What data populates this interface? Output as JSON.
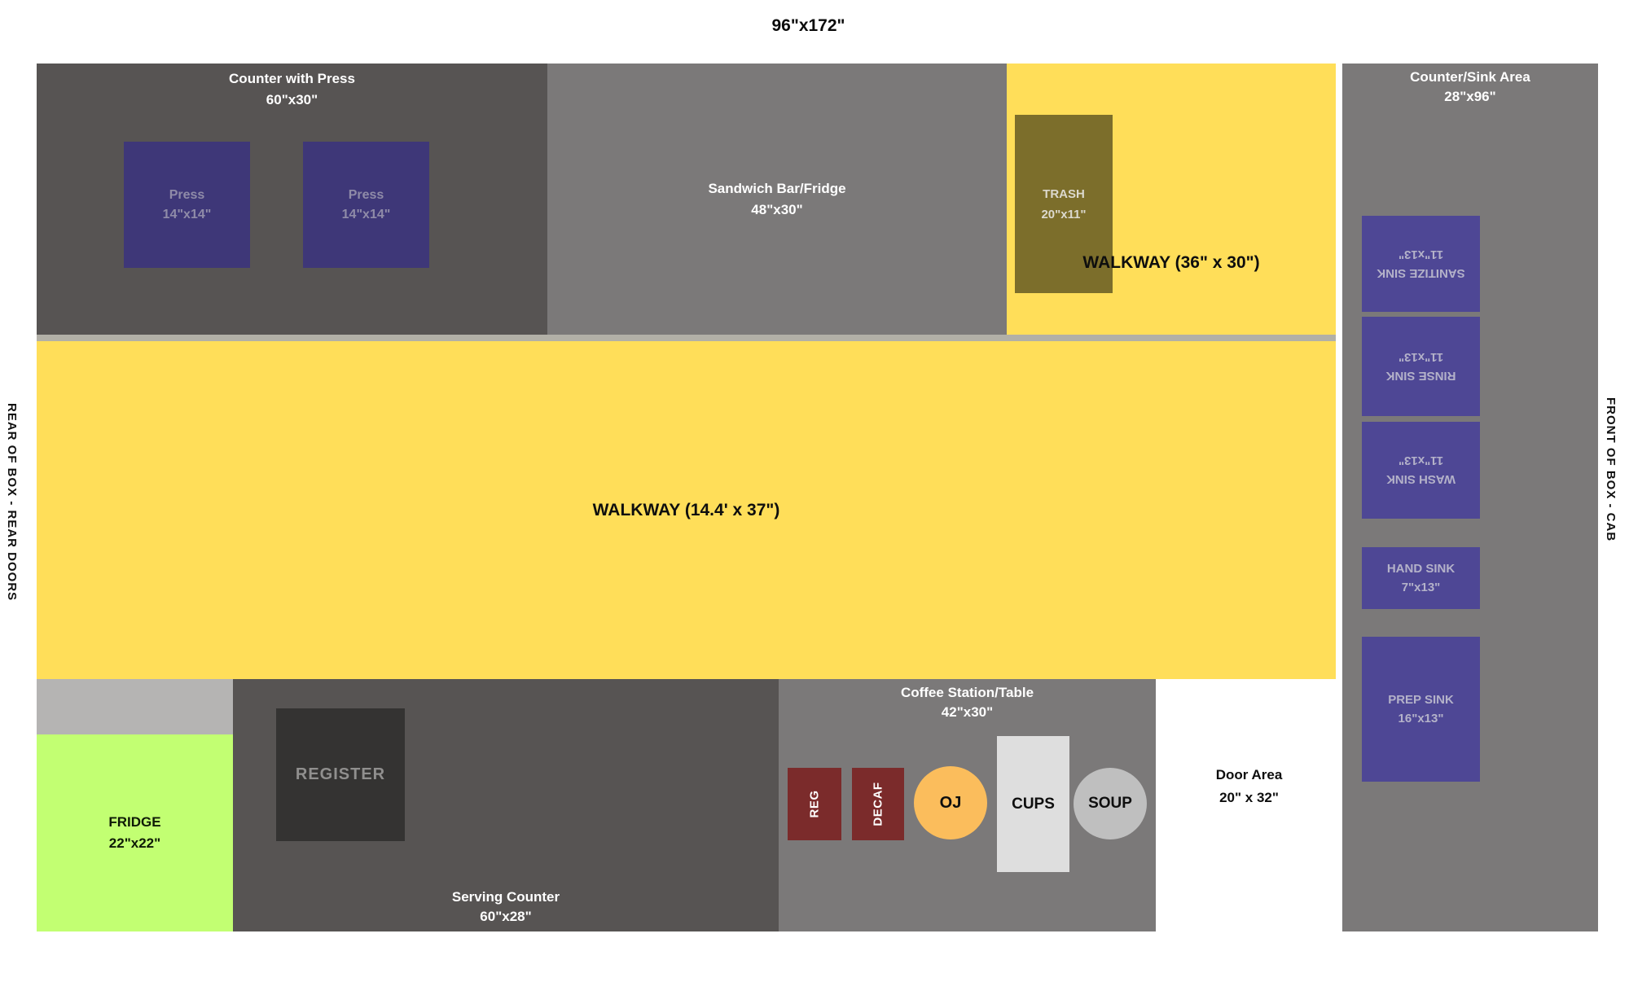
{
  "title": "96\"x172\"",
  "side_labels": {
    "left": "REAR OF BOX - REAR DOORS",
    "right": "FRONT OF BOX - CAB"
  },
  "areas": {
    "counter_with_press": {
      "label": "Counter with Press",
      "dims": "60\"x30\""
    },
    "press_1": {
      "label": "Press",
      "dims": "14\"x14\""
    },
    "press_2": {
      "label": "Press",
      "dims": "14\"x14\""
    },
    "sandwich_bar": {
      "label": "Sandwich Bar/Fridge",
      "dims": "48\"x30\""
    },
    "trash": {
      "label": "TRASH",
      "dims": "20\"x11\""
    },
    "walkway_top": {
      "label": "WALKWAY (36\" x 30\")"
    },
    "walkway_main": {
      "label": "WALKWAY (14.4' x 37\")"
    },
    "counter_sink": {
      "label": "Counter/Sink Area",
      "dims": "28\"x96\""
    },
    "sanitize_sink": {
      "label": "SANITIZE SINK",
      "dims": "11\"x13\""
    },
    "rinse_sink": {
      "label": "RINSE SINK",
      "dims": "11\"x13\""
    },
    "wash_sink": {
      "label": "WASH SINK",
      "dims": "11\"x13\""
    },
    "hand_sink": {
      "label": "HAND SINK",
      "dims": "7\"x13\""
    },
    "prep_sink": {
      "label": "PREP SINK",
      "dims": "16\"x13\""
    },
    "fridge": {
      "label": "FRIDGE",
      "dims": "22\"x22\""
    },
    "serving_counter": {
      "label": "Serving Counter",
      "dims": "60\"x28\""
    },
    "register": {
      "label": "REGISTER"
    },
    "coffee_station": {
      "label": "Coffee Station/Table",
      "dims": "42\"x30\""
    },
    "reg_urn": {
      "label": "REG"
    },
    "decaf_urn": {
      "label": "DECAF"
    },
    "oj": {
      "label": "OJ"
    },
    "cups": {
      "label": "CUPS"
    },
    "soup": {
      "label": "SOUP"
    },
    "door_area": {
      "label": "Door Area",
      "dims": "20\" x 32\""
    }
  },
  "colors": {
    "counter-dark": "#575453",
    "area-gray": "#7B7979",
    "walkway-yellow": "#FFDE59",
    "press-purple": "#3E3778",
    "sink-purple": "#4E4795",
    "trash-olive": "#7C6E2B",
    "fridge-green": "#C2FF72",
    "register-dark": "#343332",
    "coffee-red": "#7B2B2B",
    "oj-orange": "#FBBD5C",
    "cups-light": "#DEDEDE",
    "soup-gray": "#BFBFBF",
    "separator": "#B2B0A7",
    "fridge-strip": "#B5B4B3"
  }
}
